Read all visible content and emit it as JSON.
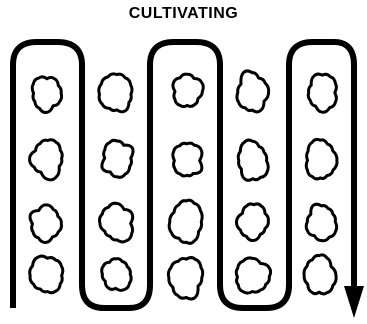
{
  "title": "CULTIVATING",
  "path_color": "#000000",
  "plant_rows": 5,
  "plants_per_row": 4
}
